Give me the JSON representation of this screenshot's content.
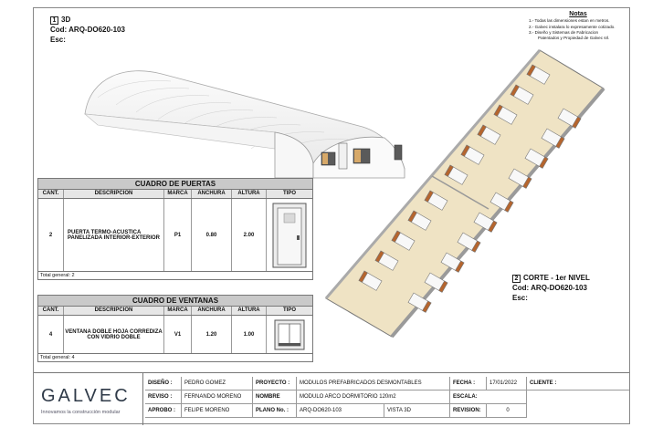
{
  "view3d": {
    "number": "1",
    "title": "3D",
    "cod_label": "Cod:",
    "cod_value": "ARQ-DO620-103",
    "esc_label": "Esc:"
  },
  "view_corte": {
    "number": "2",
    "title": "CORTE - 1er NIVEL",
    "cod_label": "Cod:",
    "cod_value": "ARQ-DO620-103",
    "esc_label": "Esc:"
  },
  "notes": {
    "title": "Notas",
    "items": [
      "1.- Todas las dimensiones estan en metros.",
      "2.- Galvec instalara lo expresamente cotizado.",
      "3.- Diseño y Sistemas de Fabricacion",
      "Patentados y Propiedad de Galvec srl."
    ]
  },
  "puertas": {
    "title": "CUADRO DE PUERTAS",
    "columns": [
      "CANT.",
      "DESCRIPCION",
      "MARCA",
      "ANCHURA",
      "ALTURA",
      "TIPO"
    ],
    "rows": [
      {
        "cant": "2",
        "descripcion": "PUERTA TERMO-ACUSTICA PANELIZADA INTERIOR-EXTERIOR",
        "marca": "P1",
        "anchura": "0.80",
        "altura": "2.00"
      }
    ],
    "total": "Total general: 2"
  },
  "ventanas": {
    "title": "CUADRO DE VENTANAS",
    "columns": [
      "CANT.",
      "DESCRIPCION",
      "MARCA",
      "ANCHURA",
      "ALTURA",
      "TIPO"
    ],
    "rows": [
      {
        "cant": "4",
        "descripcion": "VENTANA DOBLE HOJA CORREDIZA CON VIDRIO DOBLE",
        "marca": "V1",
        "anchura": "1.20",
        "altura": "1.00"
      }
    ],
    "total": "Total general: 4"
  },
  "title_block": {
    "logo": "GALVEC",
    "tagline": "Innovamos la construcción modular",
    "diseno_label": "DISEÑO :",
    "diseno_value": "PEDRO GOMEZ",
    "reviso_label": "REVISO :",
    "reviso_value": "FERNANDO MORENO",
    "aprobo_label": "APROBO :",
    "aprobo_value": "FELIPE MORENO",
    "proyecto_label": "PROYECTO :",
    "proyecto_value": "MODULOS PREFABRICADOS DESMONTABLES",
    "nombre_label": "NOMBRE",
    "nombre_value": "MODULO ARCO DORMITORIO 120m2",
    "plano_label": "PLANO No. :",
    "plano_value": "ARQ-DO620-103",
    "vista_value": "VISTA 3D",
    "fecha_label": "FECHA :",
    "fecha_value": "17/01/2022",
    "escala_label": "ESCALA:",
    "revision_label": "REVISION:",
    "revision_value": "0",
    "cliente_label": "CLIENTE :"
  },
  "colors": {
    "table_header": "#c9c9c9",
    "bed_wood": "#b5652e",
    "floor": "#efe3c4",
    "logo": "#2f3a48"
  }
}
